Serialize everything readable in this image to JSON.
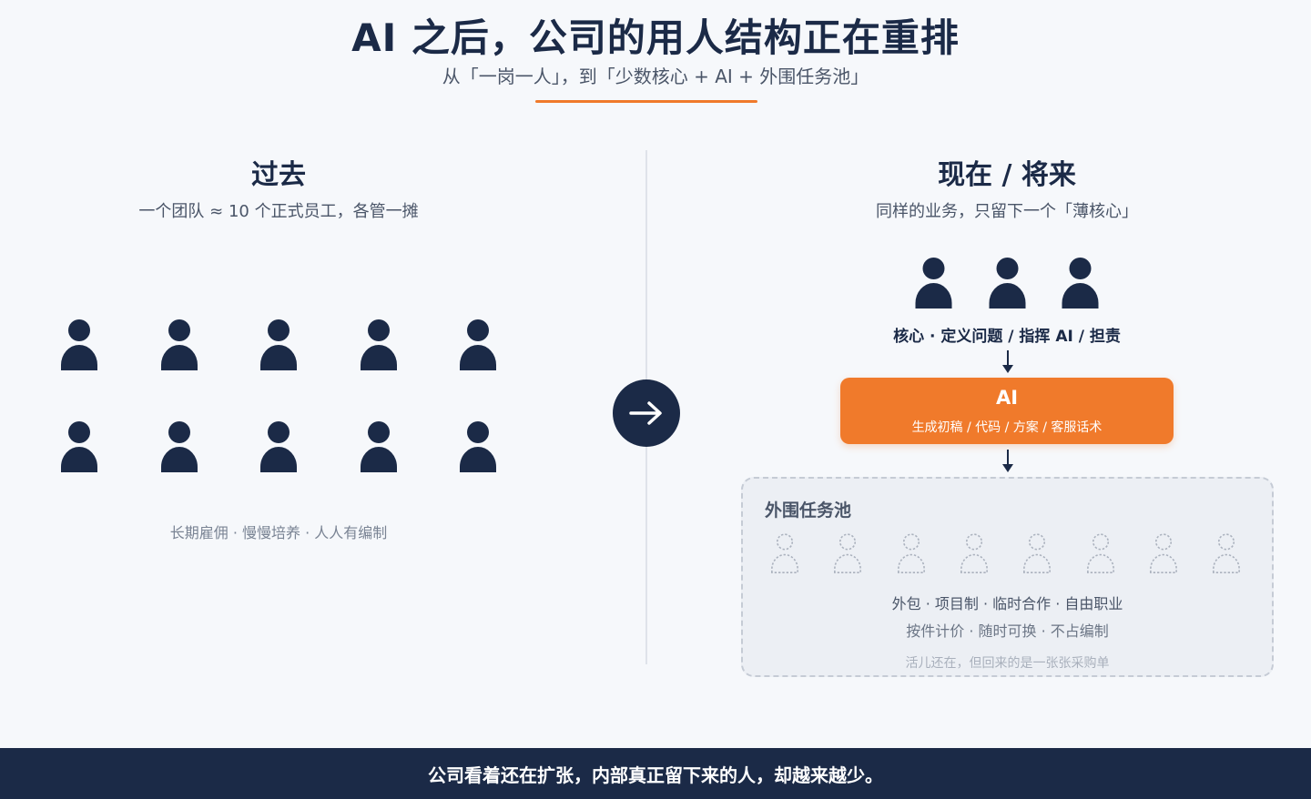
{
  "header": {
    "title": "AI 之后，公司的用人结构正在重排",
    "subtitle": "从「一岗一人」，到「少数核心 + AI + 外围任务池」"
  },
  "past": {
    "title": "过去",
    "subtitle": "一个团队 ≈ 10 个正式员工，各管一摊",
    "person_count": 10,
    "caption": "长期雇佣 · 慢慢培养 · 人人有编制"
  },
  "transition": {
    "icon": "arrow-right-icon"
  },
  "now": {
    "title": "现在 / 将来",
    "subtitle": "同样的业务，只留下一个「薄核心」",
    "core_count": 3,
    "core_caption": "核心 · 定义问题 / 指挥 AI / 担责",
    "ai_box": {
      "title": "AI",
      "subtitle": "生成初稿 / 代码 / 方案 / 客服话术"
    },
    "pool": {
      "label": "外围任务池",
      "person_count": 8,
      "line1": "外包 · 项目制 · 临时合作 · 自由职业",
      "line2": "按件计价 · 随时可换 · 不占编制",
      "line3": "活儿还在，但回来的是一张张采购单"
    }
  },
  "footer": {
    "text": "公司看着还在扩张，内部真正留下来的人，却越来越少。"
  },
  "colors": {
    "navy": "#1b2a47",
    "accent": "#f07a2b",
    "background": "#f6f8fb"
  }
}
